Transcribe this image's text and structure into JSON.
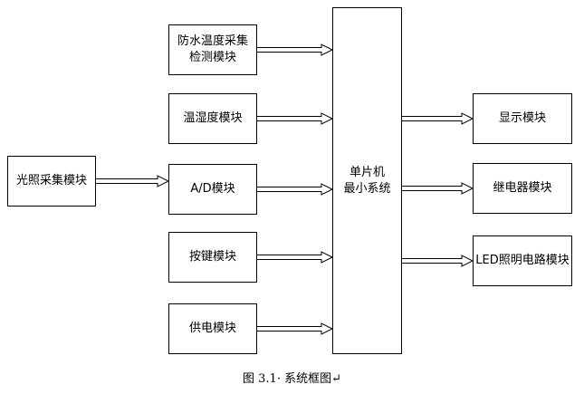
{
  "diagram": {
    "inputs": [
      {
        "lines": [
          "防水温度采集",
          "检测模块"
        ]
      },
      {
        "lines": [
          "温湿度模块"
        ]
      },
      {
        "lines": [
          "A/D模块"
        ]
      },
      {
        "lines": [
          "按键模块"
        ]
      },
      {
        "lines": [
          "供电模块"
        ]
      }
    ],
    "sensor": {
      "lines": [
        "光照采集模块"
      ]
    },
    "mcu": {
      "lines": [
        "单片机",
        "最小系统"
      ]
    },
    "outputs": [
      {
        "lines": [
          "显示模块"
        ]
      },
      {
        "lines": [
          "继电器模块"
        ]
      },
      {
        "lines": [
          "LED照明电路模块"
        ]
      }
    ]
  },
  "caption": "图 3.1· 系统框图↵"
}
